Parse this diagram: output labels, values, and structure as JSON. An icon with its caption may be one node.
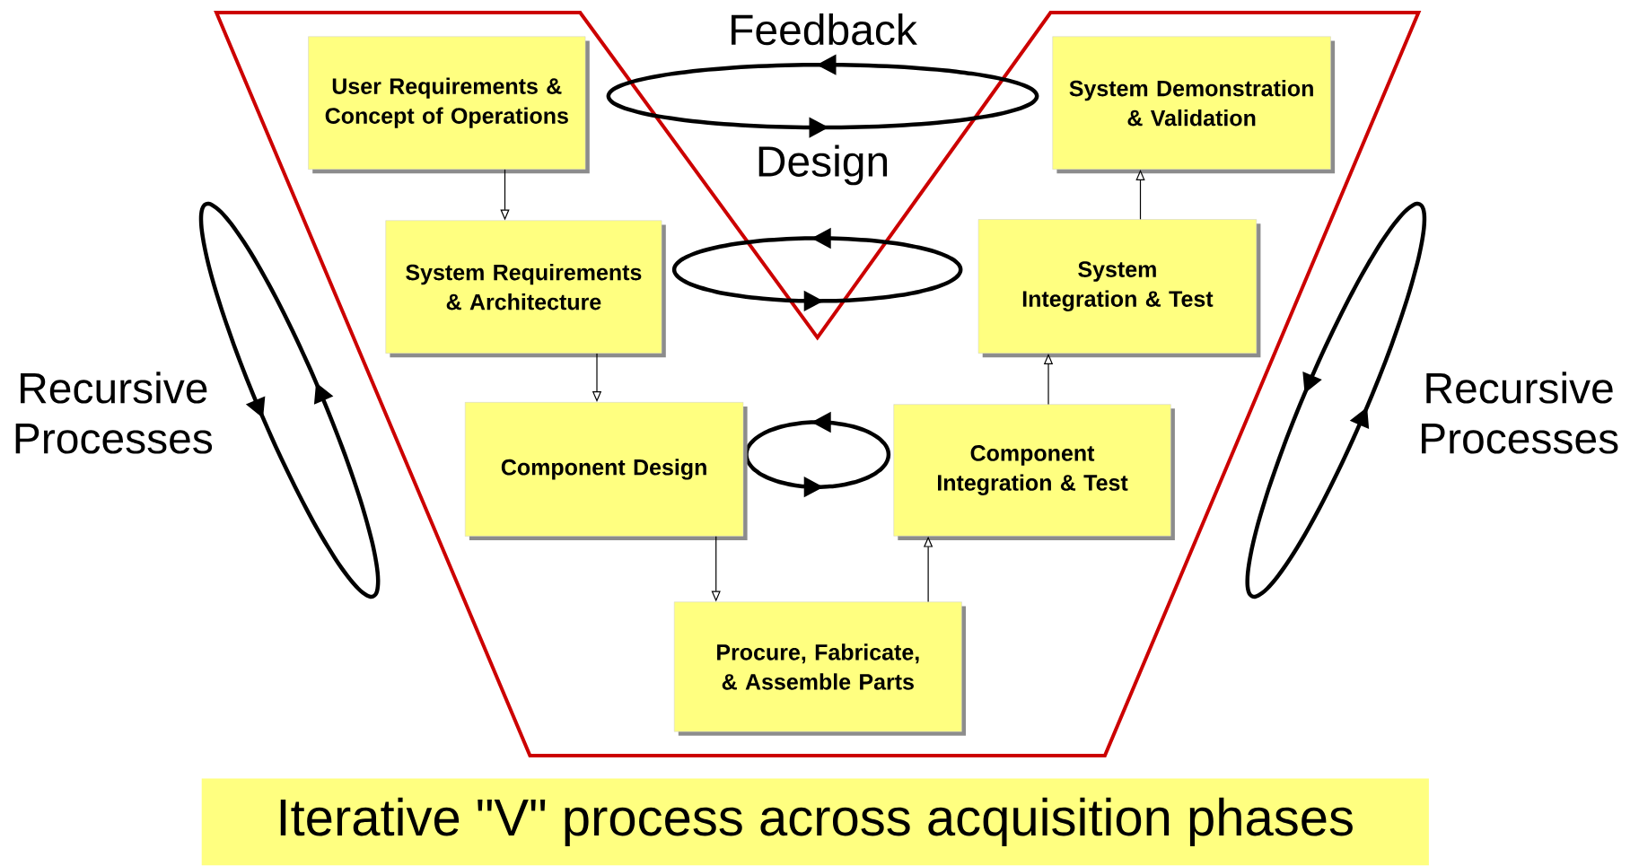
{
  "diagram": {
    "nodes": [
      {
        "text": [
          "User Requirements & Concept of Operations"
        ]
      },
      {
        "text": [
          "System Requirements & Architecture"
        ]
      },
      {
        "text": [
          "Component Design"
        ]
      },
      {
        "text": [
          "Procure, Fabricate, & Assemble Parts"
        ]
      },
      {
        "text": [
          "Component Integration & Test"
        ]
      },
      {
        "text": [
          "System Integration & Test"
        ]
      },
      {
        "text": [
          "System Demonstration & Validation"
        ]
      },
      {
        "text": [
          "Iterative \"V\" process across acquisition phases"
        ]
      }
    ],
    "edges": [
      {
        "from": 0,
        "to": 1,
        "arrow": "to"
      },
      {
        "from": 1,
        "to": 2,
        "arrow": "to"
      },
      {
        "from": 2,
        "to": 3,
        "arrow": "to"
      },
      {
        "from": 3,
        "to": 4,
        "arrow": "to"
      },
      {
        "from": 4,
        "to": 5,
        "arrow": "to"
      },
      {
        "from": 5,
        "to": 6,
        "arrow": "to"
      }
    ],
    "labels": [
      "Feedback",
      "Design",
      "Recursive Processes",
      "Recursive Processes"
    ]
  }
}
